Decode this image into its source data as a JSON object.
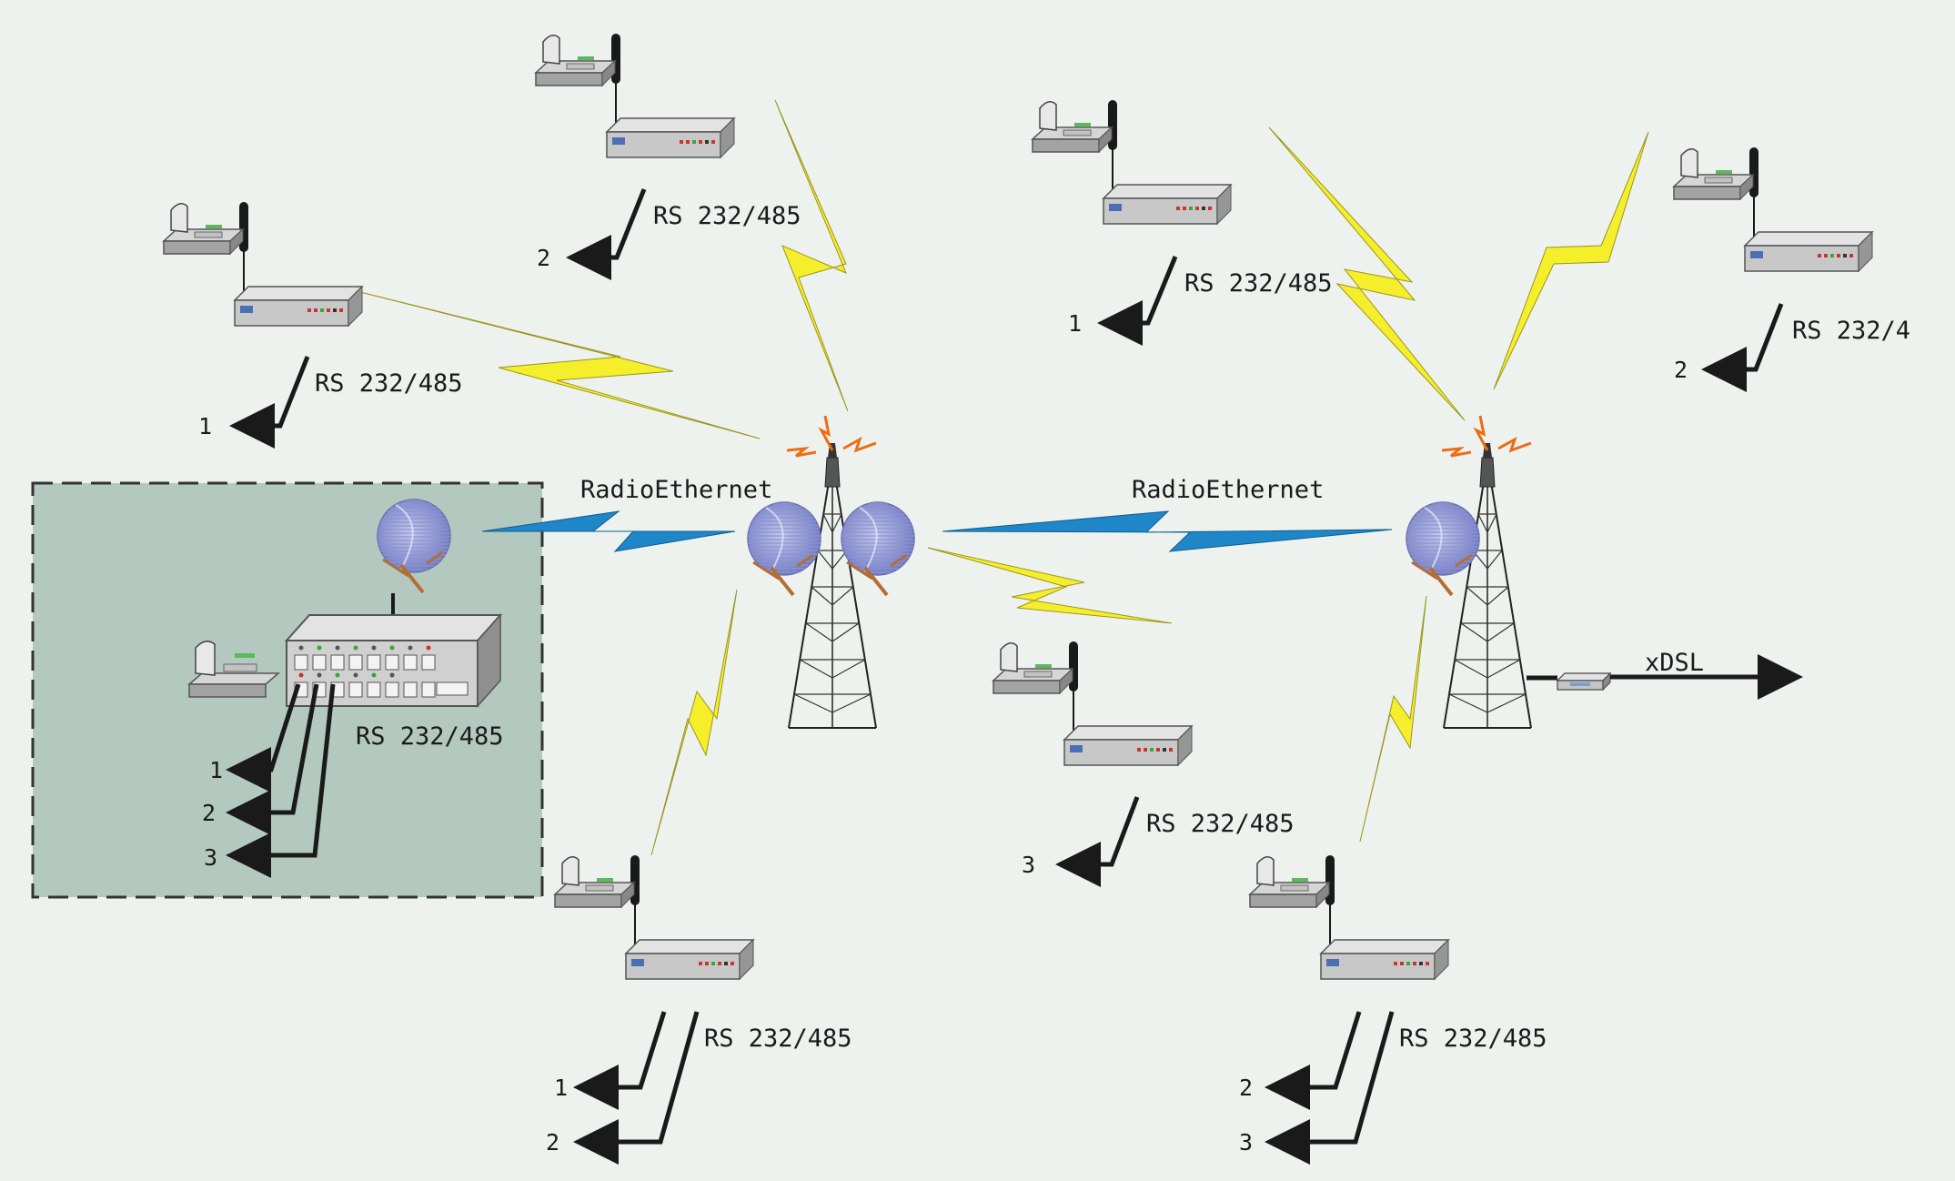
{
  "diagram": {
    "links": {
      "radio_ethernet_left": "RadioEthernet",
      "radio_ethernet_right": "RadioEthernet",
      "xdsl": "xDSL"
    },
    "central_station": {
      "label": "RS 232/485",
      "ports": [
        "1",
        "2",
        "3"
      ]
    },
    "stations": [
      {
        "id": "top-left",
        "label": "RS 232/485",
        "ports": [
          "1"
        ]
      },
      {
        "id": "top-center",
        "label": "RS 232/485",
        "ports": [
          "2"
        ]
      },
      {
        "id": "top-right-center",
        "label": "RS 232/485",
        "ports": [
          "1"
        ]
      },
      {
        "id": "far-right",
        "label": "RS 232/4",
        "ports": [
          "2"
        ]
      },
      {
        "id": "middle",
        "label": "RS 232/485",
        "ports": [
          "3"
        ]
      },
      {
        "id": "bottom-left",
        "label": "RS 232/485",
        "ports": [
          "1",
          "2"
        ]
      },
      {
        "id": "bottom-right",
        "label": "RS 232/485",
        "ports": [
          "2",
          "3"
        ]
      }
    ],
    "colors": {
      "background": "#edf2ee",
      "central_area": "#b3c8bf",
      "radio_bolt": "#f5ee2a",
      "ethernet_bolt": "#1f86c8"
    }
  }
}
